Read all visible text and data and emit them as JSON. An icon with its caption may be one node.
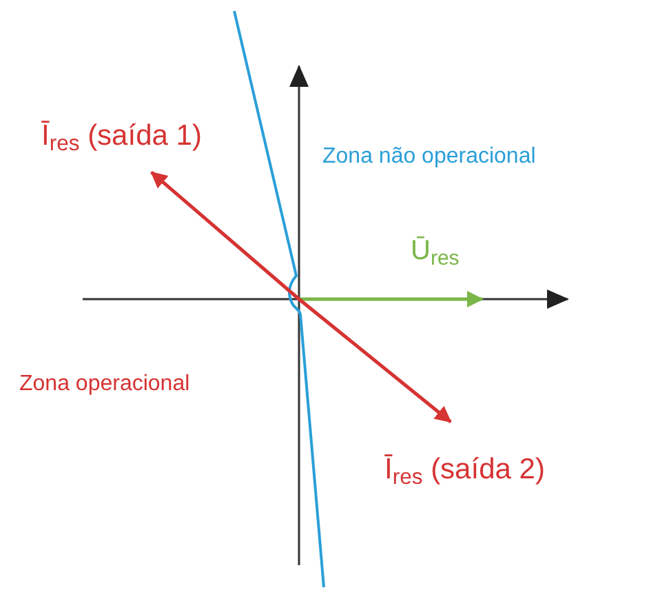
{
  "diagram": {
    "labels": [
      "Ī$_{res}$ (saída 1)",
      "Zona não operacional",
      "Ū$_{res}$",
      "Zona operacional",
      "Ī$_{res}$ (saída 2)"
    ]
  }
}
